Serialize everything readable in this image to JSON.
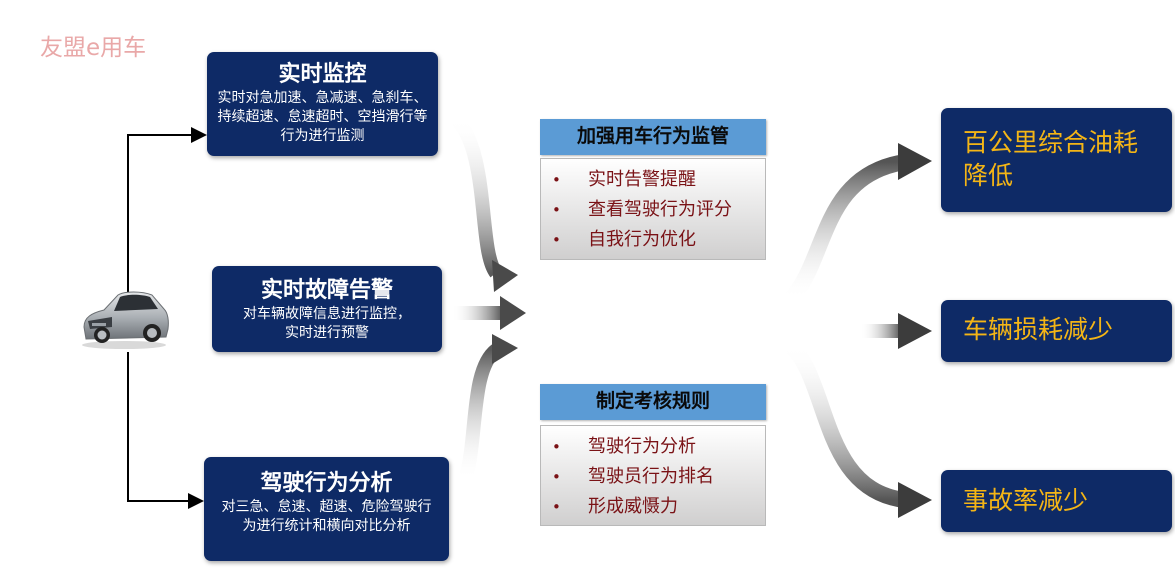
{
  "brand": "友盟e用车",
  "inputs": [
    {
      "title": "实时监控",
      "desc": "实时对急加速、急减速、急刹车、持续超速、怠速超时、空挡滑行等行为进行监测"
    },
    {
      "title": "实时故障告警",
      "desc": "对车辆故障信息进行监控，实时进行预警"
    },
    {
      "title": "驾驶行为分析",
      "desc": "对三急、怠速、超速、危险驾驶行为进行统计和横向对比分析"
    }
  ],
  "middle": [
    {
      "title": "加强用车行为监管",
      "items": [
        "实时告警提醒",
        "查看驾驶行为评分",
        "自我行为优化"
      ]
    },
    {
      "title": "制定考核规则",
      "items": [
        "驾驶行为分析",
        "驾驶员行为排名",
        "形成威慑力"
      ]
    }
  ],
  "results": [
    "百公里综合油耗降低",
    "车辆损耗减少",
    "事故率减少"
  ],
  "colors": {
    "navy": "#0e2a66",
    "header_blue": "#5b9bd5",
    "result_text": "#f4b516",
    "list_text": "#7a1216",
    "brand_text": "#e9a8a8"
  }
}
